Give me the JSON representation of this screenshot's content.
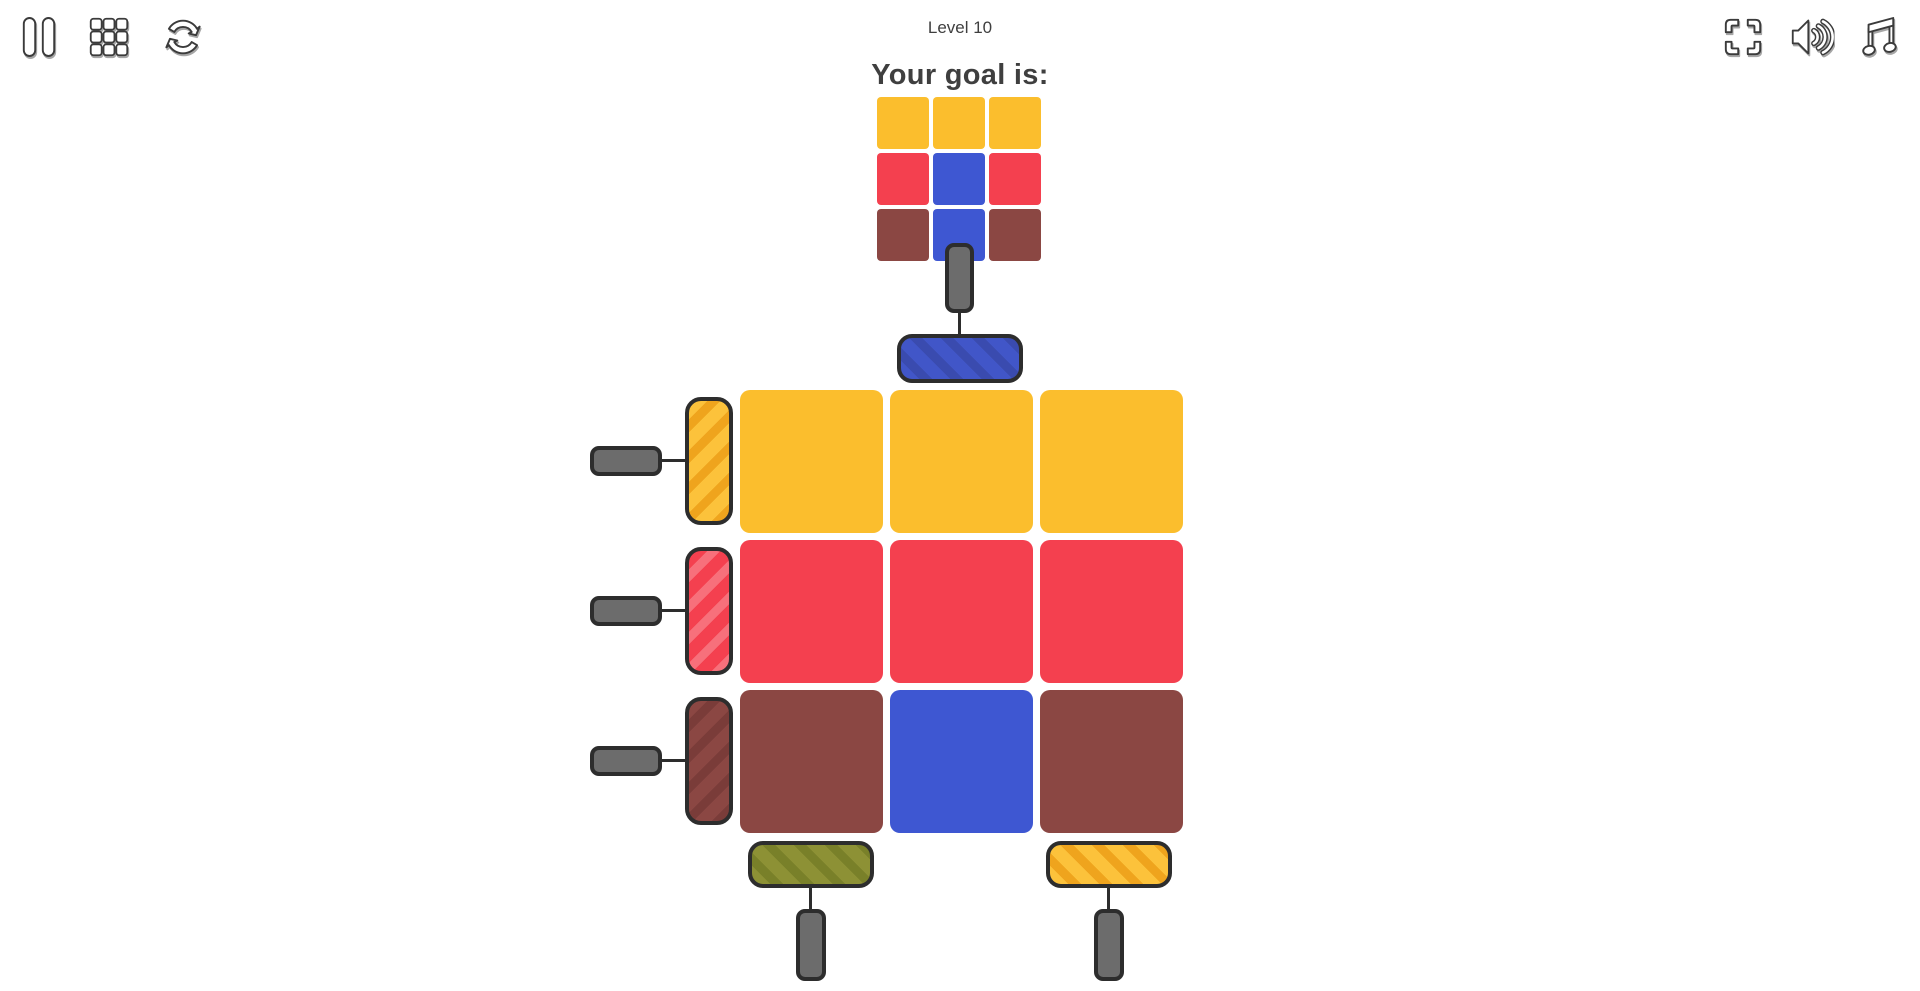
{
  "header": {
    "title": "Level 10",
    "left_buttons": [
      {
        "label": "pause",
        "icon": "pause-icon"
      },
      {
        "label": "level-select",
        "icon": "grid-icon"
      },
      {
        "label": "restart",
        "icon": "restart-icon"
      }
    ],
    "right_buttons": [
      {
        "label": "fullscreen",
        "icon": "fullscreen-icon"
      },
      {
        "label": "sound",
        "icon": "speaker-icon"
      },
      {
        "label": "music",
        "icon": "music-note-icon"
      }
    ]
  },
  "goal": {
    "heading": "Your goal is:",
    "grid": [
      [
        "yellow",
        "yellow",
        "yellow"
      ],
      [
        "red",
        "blue",
        "red"
      ],
      [
        "brown",
        "blue",
        "brown"
      ]
    ]
  },
  "board": {
    "grid": [
      [
        "yellow",
        "yellow",
        "yellow"
      ],
      [
        "red",
        "red",
        "red"
      ],
      [
        "brown",
        "blue",
        "brown"
      ]
    ]
  },
  "injectors": {
    "top": {
      "color": "blue",
      "orientation": "horizontal"
    },
    "left-1": {
      "color": "yellow",
      "orientation": "vertical"
    },
    "left-2": {
      "color": "red",
      "orientation": "vertical"
    },
    "left-3": {
      "color": "brown",
      "orientation": "vertical"
    },
    "bottom-left": {
      "color": "olive",
      "orientation": "horizontal"
    },
    "bottom-right": {
      "color": "yellow",
      "orientation": "horizontal"
    }
  },
  "colors": {
    "cells": {
      "yellow": "#FBBE2D",
      "red": "#F4404F",
      "brown": "#8B4743",
      "blue": "#3E57D2"
    },
    "injectors": {
      "yellow": {
        "base": "#FCC23B",
        "stripe": "#EFA41D"
      },
      "red": {
        "base": "#F4404F",
        "stripe": "#F7707B"
      },
      "brown": {
        "base": "#8B4743",
        "stripe": "#7A3C39"
      },
      "blue": {
        "base": "#4156C8",
        "stripe": "#3A4BAF"
      },
      "olive": {
        "base": "#8D9135",
        "stripe": "#798029"
      }
    },
    "handle": "#6C6C6C",
    "outline": "#2D2D2D",
    "text": "#3F3F3F"
  }
}
